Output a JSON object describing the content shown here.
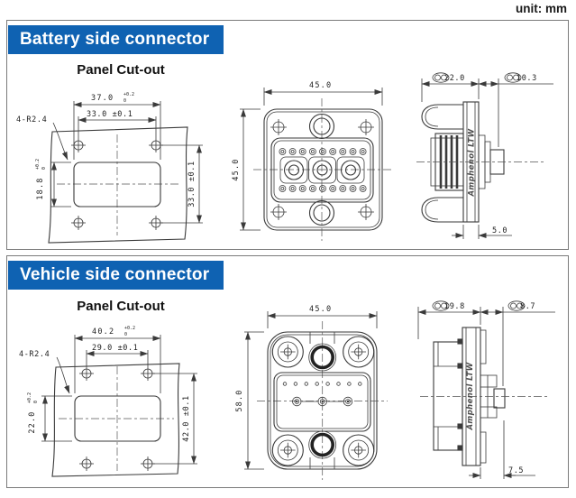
{
  "page": {
    "unit_label": "unit: mm",
    "colors": {
      "banner_blue": "#0F62B2",
      "line": "#3a3a3a",
      "border": "#7b7b7b"
    }
  },
  "battery": {
    "title": "Battery side connector",
    "panel_cutout_title": "Panel Cut-out",
    "brand": "Amphenol LTW",
    "cutout": {
      "width": "37.0",
      "width_tol_plus": "+0.2",
      "width_tol_minus": "0",
      "hole_pitch_h": "33.0 ±0.1",
      "corner_radius": "4-R2.4",
      "height": "18.8",
      "height_tol_plus": "+0.2",
      "height_tol_minus": "0",
      "hole_pitch_v": "33.0 ±0.1"
    },
    "front": {
      "width": "45.0",
      "height": "45.0"
    },
    "side": {
      "depth": "22.0",
      "nose": "10.3",
      "flange_thickness": "5.0"
    }
  },
  "vehicle": {
    "title": "Vehicle side connector",
    "panel_cutout_title": "Panel Cut-out",
    "brand": "Amphenol LTW",
    "cutout": {
      "width": "40.2",
      "width_tol_plus": "+0.2",
      "width_tol_minus": "0",
      "hole_pitch_h": "29.0 ±0.1",
      "corner_radius": "4-R2.4",
      "height": "22.0",
      "height_tol_plus": "+0.2",
      "height_tol_minus": "0",
      "hole_pitch_v": "42.0 ±0.1"
    },
    "front": {
      "width": "45.0",
      "height": "58.0"
    },
    "side": {
      "depth": "19.8",
      "nose": "8.7",
      "flange_thickness": "7.5"
    }
  }
}
